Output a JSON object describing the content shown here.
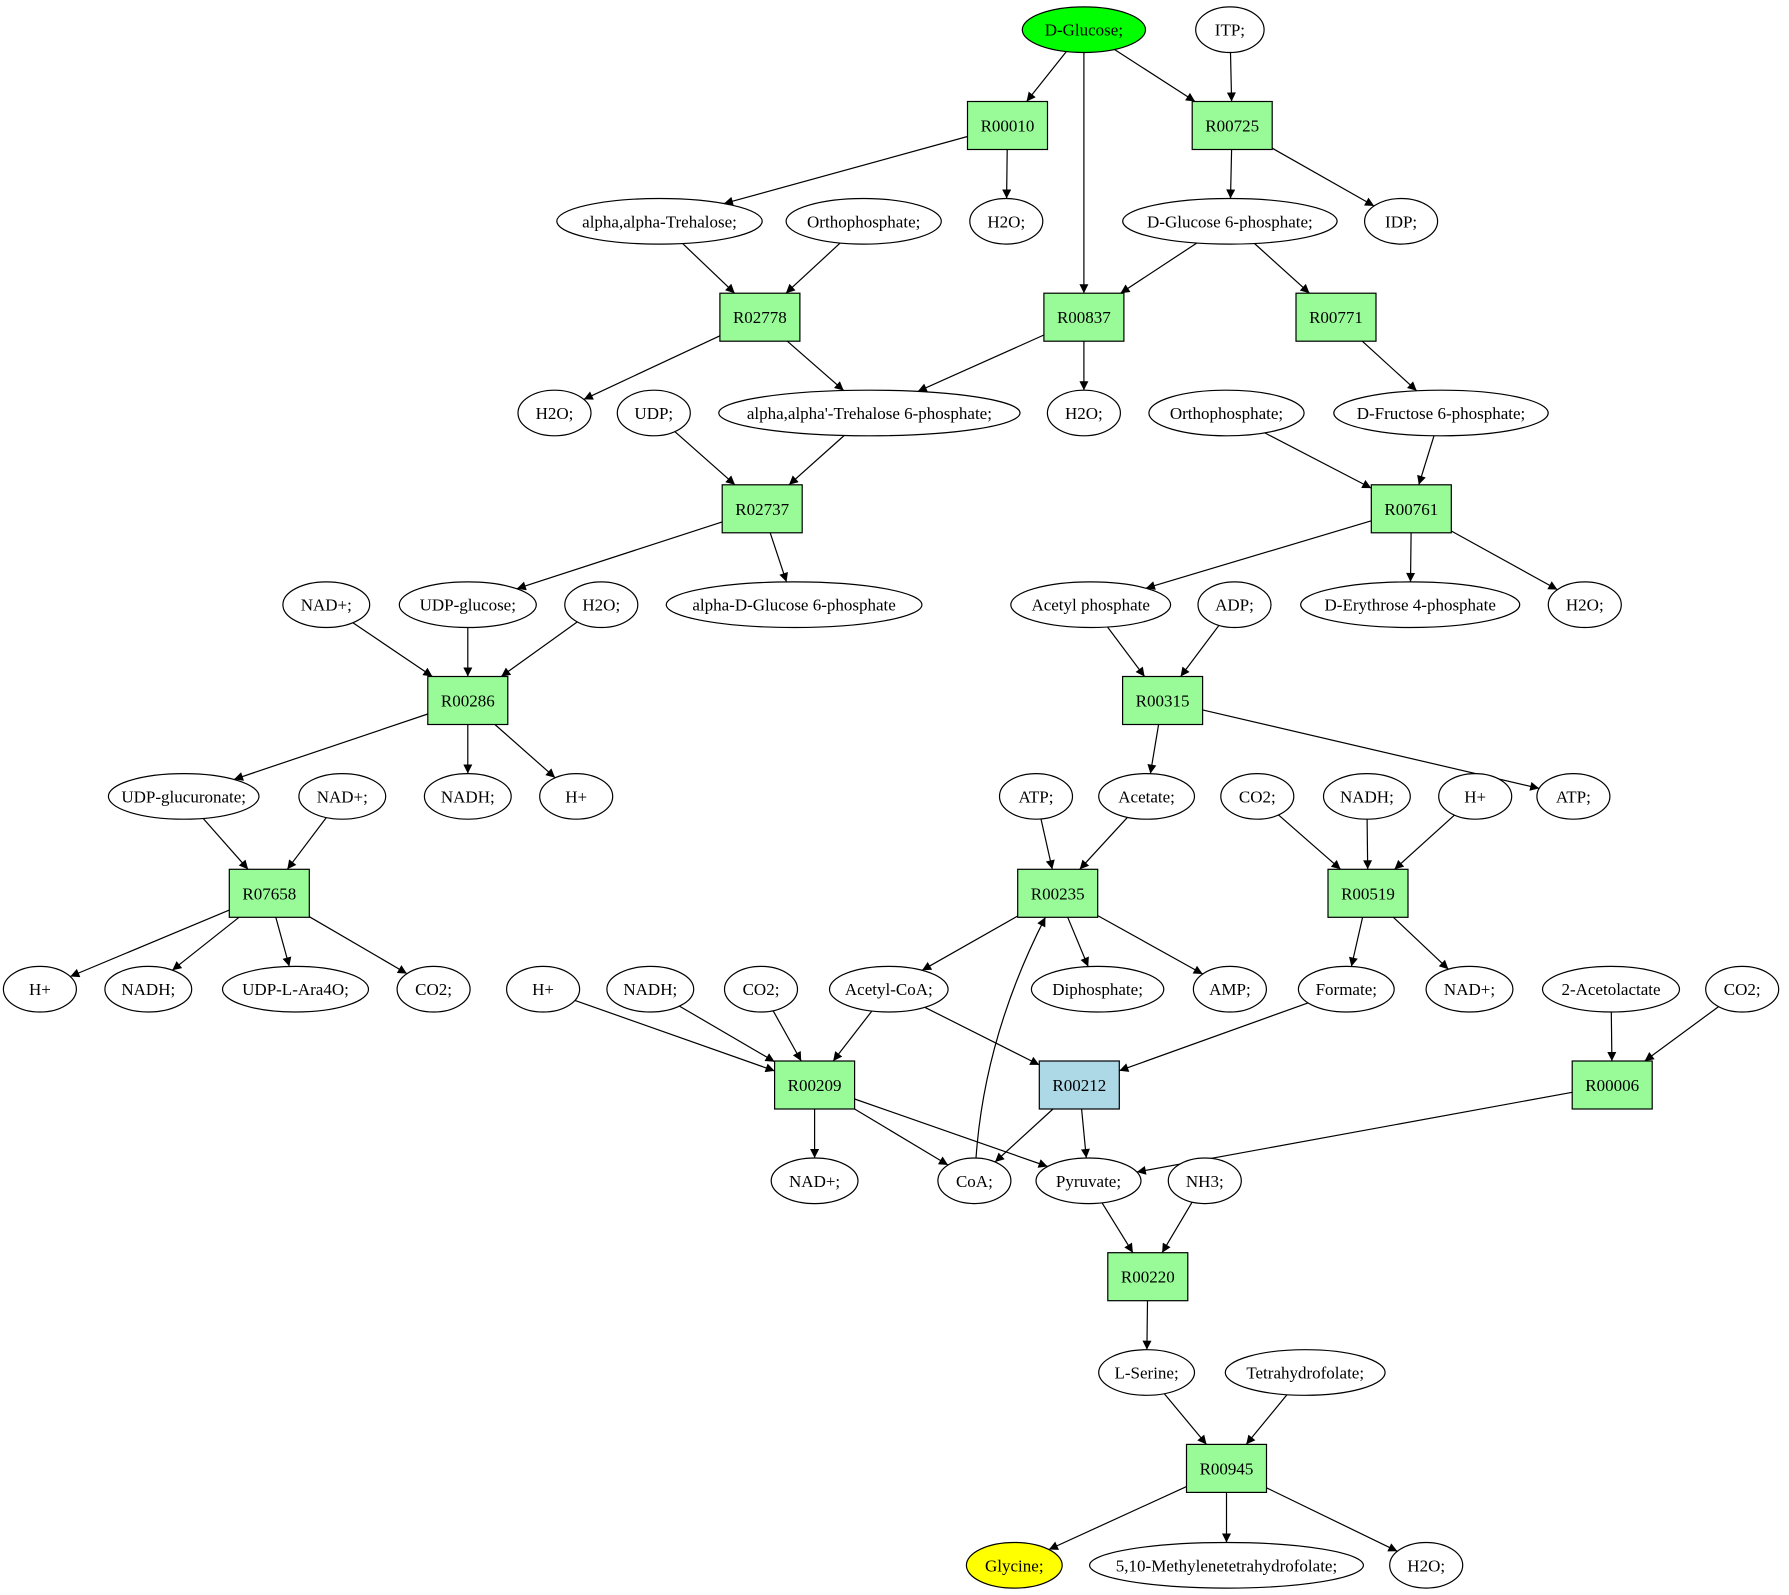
{
  "colors": {
    "reaction": "#98fb98",
    "reaction_alt": "#add8e6",
    "start": "#00ff00",
    "target": "#ffff00",
    "compound": "#ffffff"
  },
  "nodes": {
    "dglucose": {
      "label": "D-Glucose;",
      "kind": "start"
    },
    "itp": {
      "label": "ITP;",
      "kind": "compound"
    },
    "r00010": {
      "label": "R00010",
      "kind": "reaction"
    },
    "r00725": {
      "label": "R00725",
      "kind": "reaction"
    },
    "trehalose": {
      "label": "alpha,alpha-Trehalose;",
      "kind": "compound"
    },
    "orthophosphate1": {
      "label": "Orthophosphate;",
      "kind": "compound"
    },
    "h2o1": {
      "label": "H2O;",
      "kind": "compound"
    },
    "dglucose6p": {
      "label": "D-Glucose 6-phosphate;",
      "kind": "compound"
    },
    "idp": {
      "label": "IDP;",
      "kind": "compound"
    },
    "r02778": {
      "label": "R02778",
      "kind": "reaction"
    },
    "r00837": {
      "label": "R00837",
      "kind": "reaction"
    },
    "r00771": {
      "label": "R00771",
      "kind": "reaction"
    },
    "h2o2": {
      "label": "H2O;",
      "kind": "compound"
    },
    "udp": {
      "label": "UDP;",
      "kind": "compound"
    },
    "trehalose6p": {
      "label": "alpha,alpha'-Trehalose 6-phosphate;",
      "kind": "compound"
    },
    "h2o3": {
      "label": "H2O;",
      "kind": "compound"
    },
    "orthophosphate2": {
      "label": "Orthophosphate;",
      "kind": "compound"
    },
    "dfructose6p": {
      "label": "D-Fructose 6-phosphate;",
      "kind": "compound"
    },
    "r02737": {
      "label": "R02737",
      "kind": "reaction"
    },
    "r00761": {
      "label": "R00761",
      "kind": "reaction"
    },
    "nadp1": {
      "label": "NAD+;",
      "kind": "compound"
    },
    "udpglucose": {
      "label": "UDP-glucose;",
      "kind": "compound"
    },
    "h2o4": {
      "label": "H2O;",
      "kind": "compound"
    },
    "adglucose6p": {
      "label": "alpha-D-Glucose 6-phosphate",
      "kind": "compound"
    },
    "acetylphosphate": {
      "label": "Acetyl phosphate",
      "kind": "compound"
    },
    "adp": {
      "label": "ADP;",
      "kind": "compound"
    },
    "derythrose4p": {
      "label": "D-Erythrose 4-phosphate",
      "kind": "compound"
    },
    "h2o5": {
      "label": "H2O;",
      "kind": "compound"
    },
    "r00286": {
      "label": "R00286",
      "kind": "reaction"
    },
    "r00315": {
      "label": "R00315",
      "kind": "reaction"
    },
    "udpglucuronate": {
      "label": "UDP-glucuronate;",
      "kind": "compound"
    },
    "nadp2": {
      "label": "NAD+;",
      "kind": "compound"
    },
    "nadh1": {
      "label": "NADH;",
      "kind": "compound"
    },
    "hplus1": {
      "label": "H+",
      "kind": "compound"
    },
    "atp1": {
      "label": "ATP;",
      "kind": "compound"
    },
    "acetate": {
      "label": "Acetate;",
      "kind": "compound"
    },
    "co2a": {
      "label": "CO2;",
      "kind": "compound"
    },
    "nadh2": {
      "label": "NADH;",
      "kind": "compound"
    },
    "hplus2": {
      "label": "H+",
      "kind": "compound"
    },
    "atp2": {
      "label": "ATP;",
      "kind": "compound"
    },
    "r07658": {
      "label": "R07658",
      "kind": "reaction"
    },
    "r00235": {
      "label": "R00235",
      "kind": "reaction"
    },
    "r00519": {
      "label": "R00519",
      "kind": "reaction"
    },
    "hplus3": {
      "label": "H+",
      "kind": "compound"
    },
    "nadh3": {
      "label": "NADH;",
      "kind": "compound"
    },
    "udplara4o": {
      "label": "UDP-L-Ara4O;",
      "kind": "compound"
    },
    "co2b": {
      "label": "CO2;",
      "kind": "compound"
    },
    "hplus4": {
      "label": "H+",
      "kind": "compound"
    },
    "nadh4": {
      "label": "NADH;",
      "kind": "compound"
    },
    "co2c": {
      "label": "CO2;",
      "kind": "compound"
    },
    "acetylcoa": {
      "label": "Acetyl-CoA;",
      "kind": "compound"
    },
    "diphosphate": {
      "label": "Diphosphate;",
      "kind": "compound"
    },
    "amp": {
      "label": "AMP;",
      "kind": "compound"
    },
    "formate": {
      "label": "Formate;",
      "kind": "compound"
    },
    "nadp3": {
      "label": "NAD+;",
      "kind": "compound"
    },
    "acetolactate": {
      "label": "2-Acetolactate",
      "kind": "compound"
    },
    "co2d": {
      "label": "CO2;",
      "kind": "compound"
    },
    "r00209": {
      "label": "R00209",
      "kind": "reaction"
    },
    "r00212": {
      "label": "R00212",
      "kind": "reaction_alt"
    },
    "r00006": {
      "label": "R00006",
      "kind": "reaction"
    },
    "nadp4": {
      "label": "NAD+;",
      "kind": "compound"
    },
    "coa": {
      "label": "CoA;",
      "kind": "compound"
    },
    "pyruvate": {
      "label": "Pyruvate;",
      "kind": "compound"
    },
    "nh3": {
      "label": "NH3;",
      "kind": "compound"
    },
    "r00220": {
      "label": "R00220",
      "kind": "reaction"
    },
    "lserine": {
      "label": "L-Serine;",
      "kind": "compound"
    },
    "thf": {
      "label": "Tetrahydrofolate;",
      "kind": "compound"
    },
    "r00945": {
      "label": "R00945",
      "kind": "reaction"
    },
    "glycine": {
      "label": "Glycine;",
      "kind": "target"
    },
    "methylenethf": {
      "label": "5,10-Methylenetetrahydrofolate;",
      "kind": "compound"
    },
    "h2o6": {
      "label": "H2O;",
      "kind": "compound"
    }
  },
  "edges": [
    [
      "dglucose",
      "r00010"
    ],
    [
      "dglucose",
      "r00837"
    ],
    [
      "dglucose",
      "r00725"
    ],
    [
      "itp",
      "r00725"
    ],
    [
      "r00010",
      "trehalose"
    ],
    [
      "r00010",
      "h2o1"
    ],
    [
      "r00725",
      "dglucose6p"
    ],
    [
      "r00725",
      "idp"
    ],
    [
      "trehalose",
      "r02778"
    ],
    [
      "orthophosphate1",
      "r02778"
    ],
    [
      "dglucose6p",
      "r00837"
    ],
    [
      "dglucose6p",
      "r00771"
    ],
    [
      "r02778",
      "h2o2"
    ],
    [
      "r02778",
      "trehalose6p"
    ],
    [
      "r00837",
      "trehalose6p"
    ],
    [
      "r00837",
      "h2o3"
    ],
    [
      "r00771",
      "dfructose6p"
    ],
    [
      "udp",
      "r02737"
    ],
    [
      "trehalose6p",
      "r02737"
    ],
    [
      "orthophosphate2",
      "r00761"
    ],
    [
      "dfructose6p",
      "r00761"
    ],
    [
      "r02737",
      "udpglucose"
    ],
    [
      "r02737",
      "adglucose6p"
    ],
    [
      "r00761",
      "acetylphosphate"
    ],
    [
      "r00761",
      "derythrose4p"
    ],
    [
      "r00761",
      "h2o5"
    ],
    [
      "nadp1",
      "r00286"
    ],
    [
      "udpglucose",
      "r00286"
    ],
    [
      "h2o4",
      "r00286"
    ],
    [
      "acetylphosphate",
      "r00315"
    ],
    [
      "adp",
      "r00315"
    ],
    [
      "r00286",
      "udpglucuronate"
    ],
    [
      "r00286",
      "nadh1"
    ],
    [
      "r00286",
      "hplus1"
    ],
    [
      "r00315",
      "acetate"
    ],
    [
      "r00315",
      "atp2"
    ],
    [
      "udpglucuronate",
      "r07658"
    ],
    [
      "nadp2",
      "r07658"
    ],
    [
      "atp1",
      "r00235"
    ],
    [
      "acetate",
      "r00235"
    ],
    [
      "co2a",
      "r00519"
    ],
    [
      "nadh2",
      "r00519"
    ],
    [
      "hplus2",
      "r00519"
    ],
    [
      "r07658",
      "hplus3"
    ],
    [
      "r07658",
      "nadh3"
    ],
    [
      "r07658",
      "udplara4o"
    ],
    [
      "r07658",
      "co2b"
    ],
    [
      "r00235",
      "acetylcoa"
    ],
    [
      "r00235",
      "diphosphate"
    ],
    [
      "r00235",
      "amp"
    ],
    [
      "r00519",
      "formate"
    ],
    [
      "r00519",
      "nadp3"
    ],
    [
      "hplus4",
      "r00209"
    ],
    [
      "nadh4",
      "r00209"
    ],
    [
      "co2c",
      "r00209"
    ],
    [
      "acetylcoa",
      "r00209"
    ],
    [
      "acetylcoa",
      "r00212"
    ],
    [
      "formate",
      "r00212"
    ],
    [
      "acetolactate",
      "r00006"
    ],
    [
      "co2d",
      "r00006"
    ],
    [
      "r00209",
      "nadp4"
    ],
    [
      "r00209",
      "coa"
    ],
    [
      "r00209",
      "pyruvate"
    ],
    [
      "r00212",
      "coa"
    ],
    [
      "r00212",
      "pyruvate"
    ],
    [
      "r00006",
      "pyruvate"
    ],
    [
      "coa",
      "r00235"
    ],
    [
      "pyruvate",
      "r00220"
    ],
    [
      "nh3",
      "r00220"
    ],
    [
      "r00220",
      "lserine"
    ],
    [
      "lserine",
      "r00945"
    ],
    [
      "thf",
      "r00945"
    ],
    [
      "r00945",
      "glycine"
    ],
    [
      "r00945",
      "methylenethf"
    ],
    [
      "r00945",
      "h2o6"
    ]
  ]
}
